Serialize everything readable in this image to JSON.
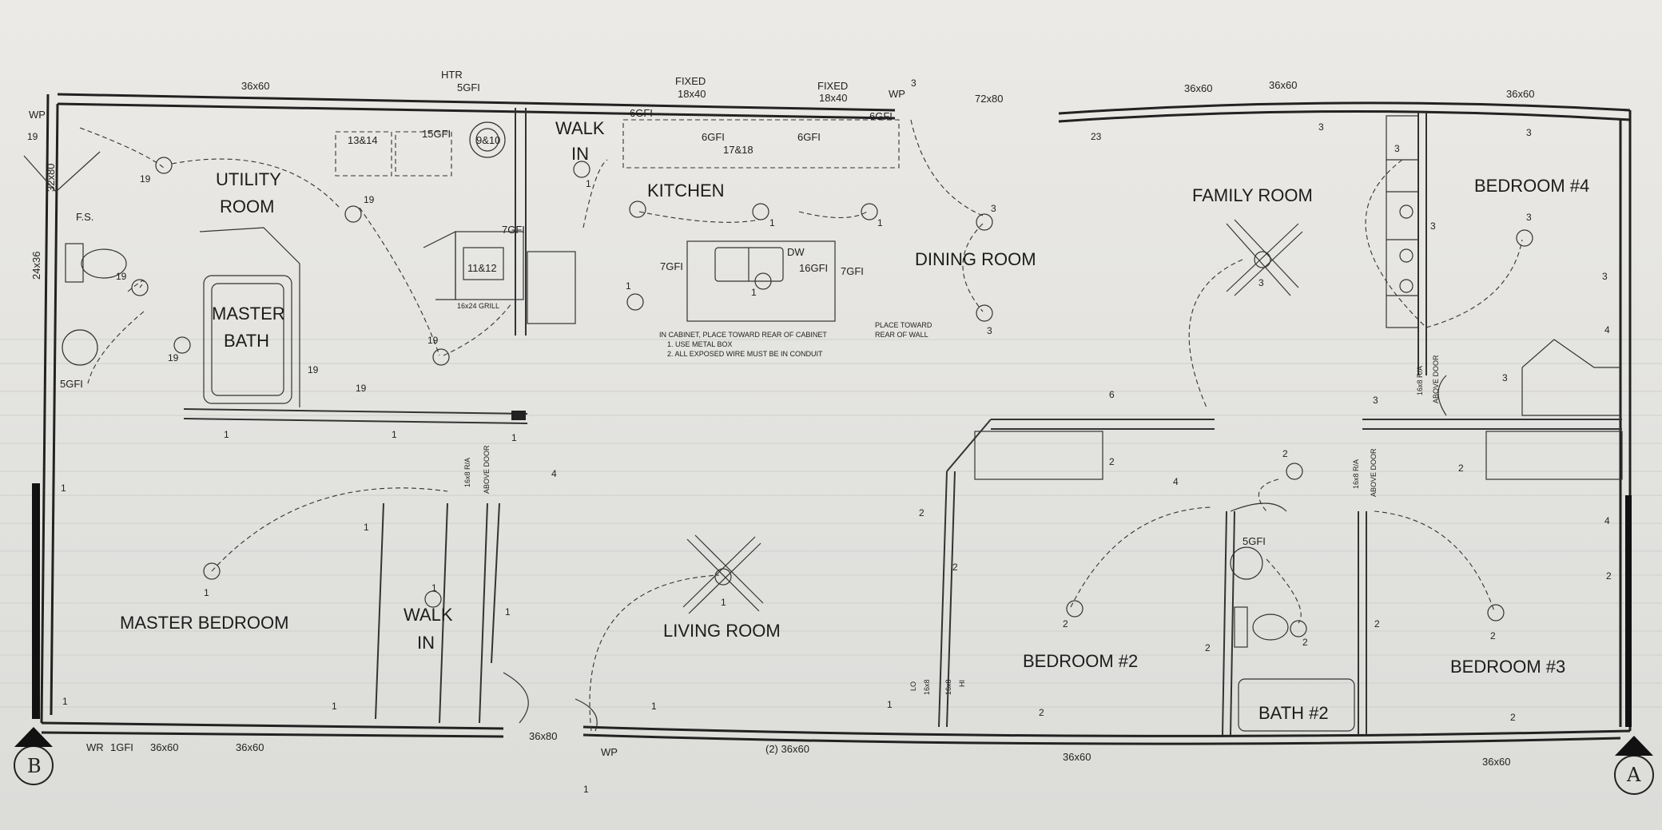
{
  "rooms": {
    "utility_1": "UTILITY",
    "utility_2": "ROOM",
    "master_bath_1": "MASTER",
    "master_bath_2": "BATH",
    "walk_in_top_1": "WALK",
    "walk_in_top_2": "IN",
    "kitchen": "KITCHEN",
    "dining": "DINING ROOM",
    "family": "FAMILY ROOM",
    "bedroom4": "BEDROOM #4",
    "master_bedroom": "MASTER BEDROOM",
    "walk_in_bottom_1": "WALK",
    "walk_in_bottom_2": "IN",
    "living": "LIVING ROOM",
    "bedroom2": "BEDROOM #2",
    "bath2": "BATH #2",
    "bedroom3": "BEDROOM #3"
  },
  "labels": {
    "w_36x60_top_left": "36x60",
    "htr": "HTR",
    "gfi5_top": "5GFI",
    "fixed_1": "FIXED",
    "fixed_1_size": "18x40",
    "fixed_2": "FIXED",
    "fixed_2_size": "18x40",
    "wp_top": "WP",
    "w_72x80": "72x80",
    "w_36x60_top_1": "36x60",
    "w_36x60_top_2": "36x60",
    "w_36x60_top_right": "36x60",
    "wp_left": "WP",
    "door_32x80": "32x80",
    "door_24x36": "24x36",
    "fs": "F.S.",
    "c13_14": "13&14",
    "gfi15": "15GFI",
    "c9_10": "9&10",
    "gfi6_a": "6GFI",
    "gfi6_b": "6GFI",
    "gfi6_c": "6GFI",
    "gfi6_d": "6GFI",
    "c17_18": "17&18",
    "gfi7_a": "7GFI",
    "gfi7_b": "7GFI",
    "gfi7_c": "7GFI",
    "dw": "DW",
    "gfi16": "16GFI",
    "c11_12": "11&12",
    "grill": "16x24 GRILL",
    "gfi5_bath": "5GFI",
    "gfi5_bath2": "5GFI",
    "note_cabinet": "IN CABINET, PLACE TOWARD REAR OF CABINET",
    "note_1": "1. USE METAL BOX",
    "note_2": "2. ALL EXPOSED WIRE MUST BE IN CONDUIT",
    "note_wall_1": "PLACE TOWARD",
    "note_wall_2": "REAR OF WALL",
    "above_door_1": "16x8 R/A",
    "above_door_1b": "ABOVE DOOR",
    "above_door_2": "16x8 R/A",
    "above_door_2b": "ABOVE DOOR",
    "above_door_3": "16x8 R/A",
    "above_door_3b": "ABOVE DOOR",
    "vent_lo": "LO",
    "vent_16x8_a": "16x8",
    "vent_16x8_b": "16x8",
    "vent_hi": "HI",
    "wr": "WR",
    "gfi1": "1GFI",
    "w_36x60_bottom_1": "36x60",
    "w_36x60_bottom_2": "36x60",
    "door_36x80": "36x80",
    "wp_bottom": "WP",
    "w_2_36x60": "(2) 36x60",
    "w_36x60_bottom_3": "36x60",
    "w_36x60_bottom_4": "36x60",
    "section_b": "B",
    "section_a": "A"
  },
  "circuits": {
    "c19": "19",
    "c1": "1",
    "c2": "2",
    "c3": "3",
    "c4": "4",
    "c6": "6",
    "c23": "23"
  }
}
